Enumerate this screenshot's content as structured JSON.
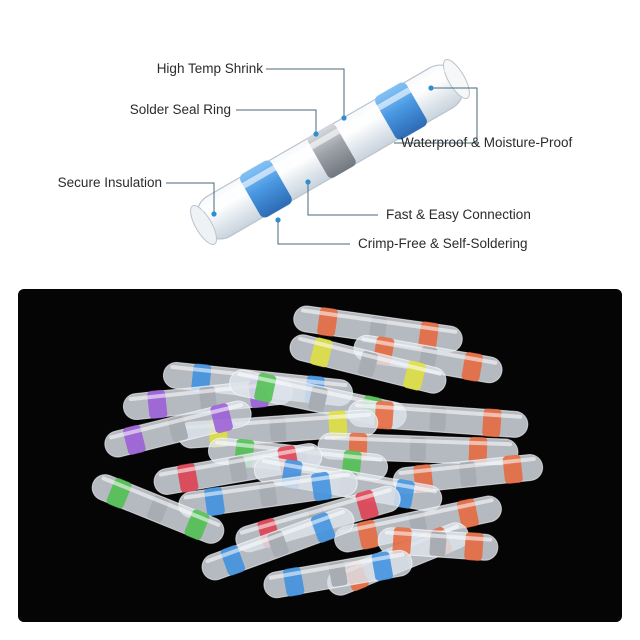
{
  "callouts": {
    "high_temp_shrink": "High Temp Shrink",
    "solder_seal_ring": "Solder Seal Ring",
    "secure_insulation": "Secure Insulation",
    "waterproof": "Waterproof & Moisture-Proof",
    "fast_easy": "Fast & Easy Connection",
    "crimp_free": "Crimp-Free & Self-Soldering"
  },
  "colors": {
    "tube": "#e9eef3",
    "sealing_ring": "#3b8fe0",
    "solder_ring": "#9a9fa6",
    "leader_line": "#4a6a78",
    "leader_dot": "#2e8fd0",
    "photo_background": "#050505"
  },
  "photo_connector_colors": [
    "#e8653a",
    "#3b8fe0",
    "#e0e03a",
    "#4cc04c",
    "#9a5ad8",
    "#e03a4a"
  ]
}
